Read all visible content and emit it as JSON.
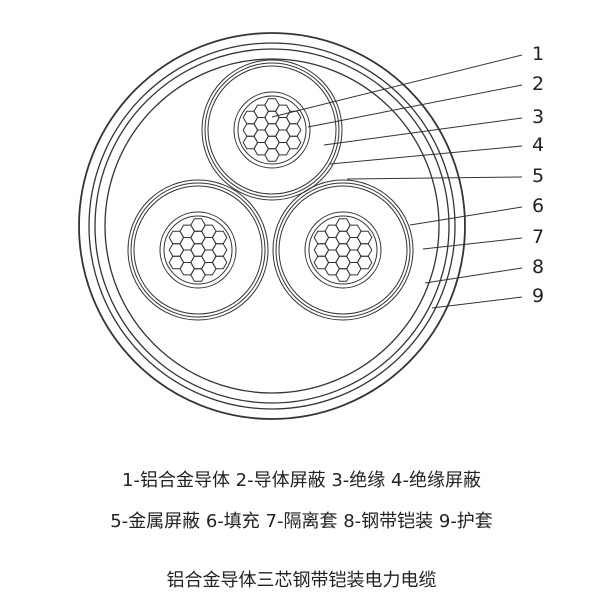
{
  "labels": [
    "1",
    "2",
    "3",
    "4",
    "5",
    "6",
    "7",
    "8",
    "9"
  ],
  "legend_line1": "1-铝合金导体 2-导体屏蔽 3-绝缘 4-绝缘屏蔽",
  "legend_line2": "5-金属屏蔽 6-填充 7-隔离套 8-钢带铠装 9-护套",
  "caption": "铝合金导体三芯钢带铠装电力电缆"
}
